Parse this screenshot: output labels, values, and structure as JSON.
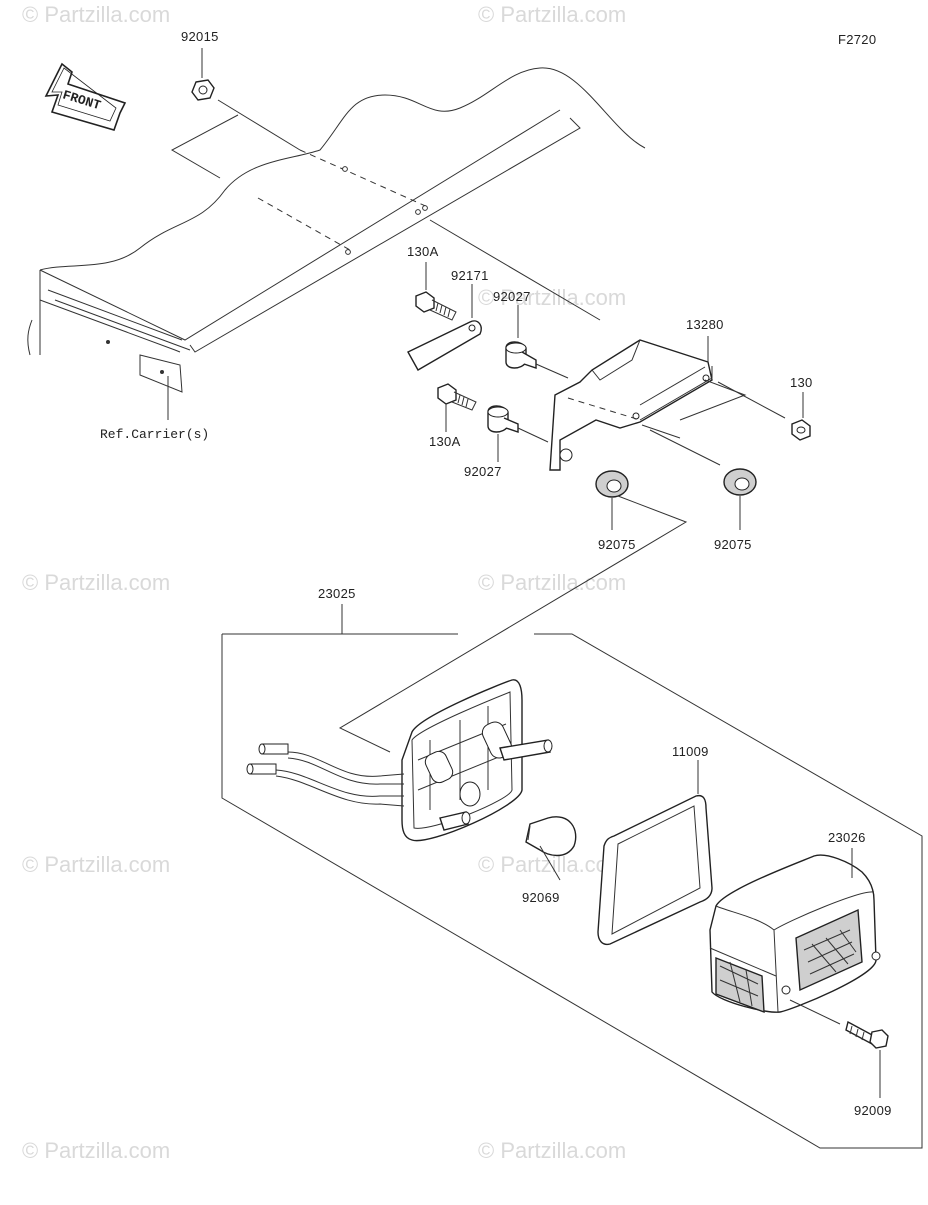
{
  "figure_code": "F2720",
  "front_label": "FRONT",
  "reference_label": "Ref.Carrier(s)",
  "watermark": "© Partzilla.com",
  "parts": {
    "p92015": "92015",
    "p130A_top": "130A",
    "p92171": "92171",
    "p92027_top": "92027",
    "p13280": "13280",
    "p130": "130",
    "p130A_bottom": "130A",
    "p92027_bottom": "92027",
    "p92075_left": "92075",
    "p92075_right": "92075",
    "p23025": "23025",
    "p11009": "11009",
    "p23026": "23026",
    "p92069": "92069",
    "p92009": "92009"
  }
}
